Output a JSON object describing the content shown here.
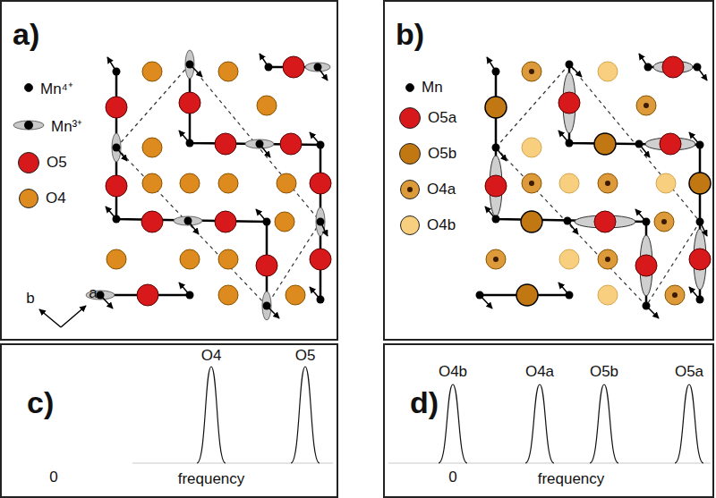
{
  "diagram": {
    "nodes": [
      {
        "text": [
          "a)",
          "b",
          "a"
        ]
      },
      {
        "text": [
          "b)"
        ]
      },
      {
        "text": [
          "c)",
          "O4",
          "O5",
          "0",
          "frequency"
        ]
      },
      {
        "text": [
          "d)",
          "O4b",
          "O4a",
          "O5b",
          "O5a",
          "0",
          "frequency"
        ]
      }
    ],
    "legend": [
      {
        "text": "Mn⁴⁺",
        "color": "#000000"
      },
      {
        "text": "Mn³⁺"
      },
      {
        "text": "O5",
        "color": "#d7191c"
      },
      {
        "text": "O4",
        "color": "#dd8a1e"
      },
      {
        "text": "Mn",
        "color": "#000000"
      },
      {
        "text": "O5a",
        "color": "#d7191c"
      },
      {
        "text": "O5b",
        "color": "#c27812"
      },
      {
        "text": "O4a",
        "color": "#dd9a3a"
      },
      {
        "text": "O4b",
        "color": "#f7cf7e"
      }
    ]
  }
}
